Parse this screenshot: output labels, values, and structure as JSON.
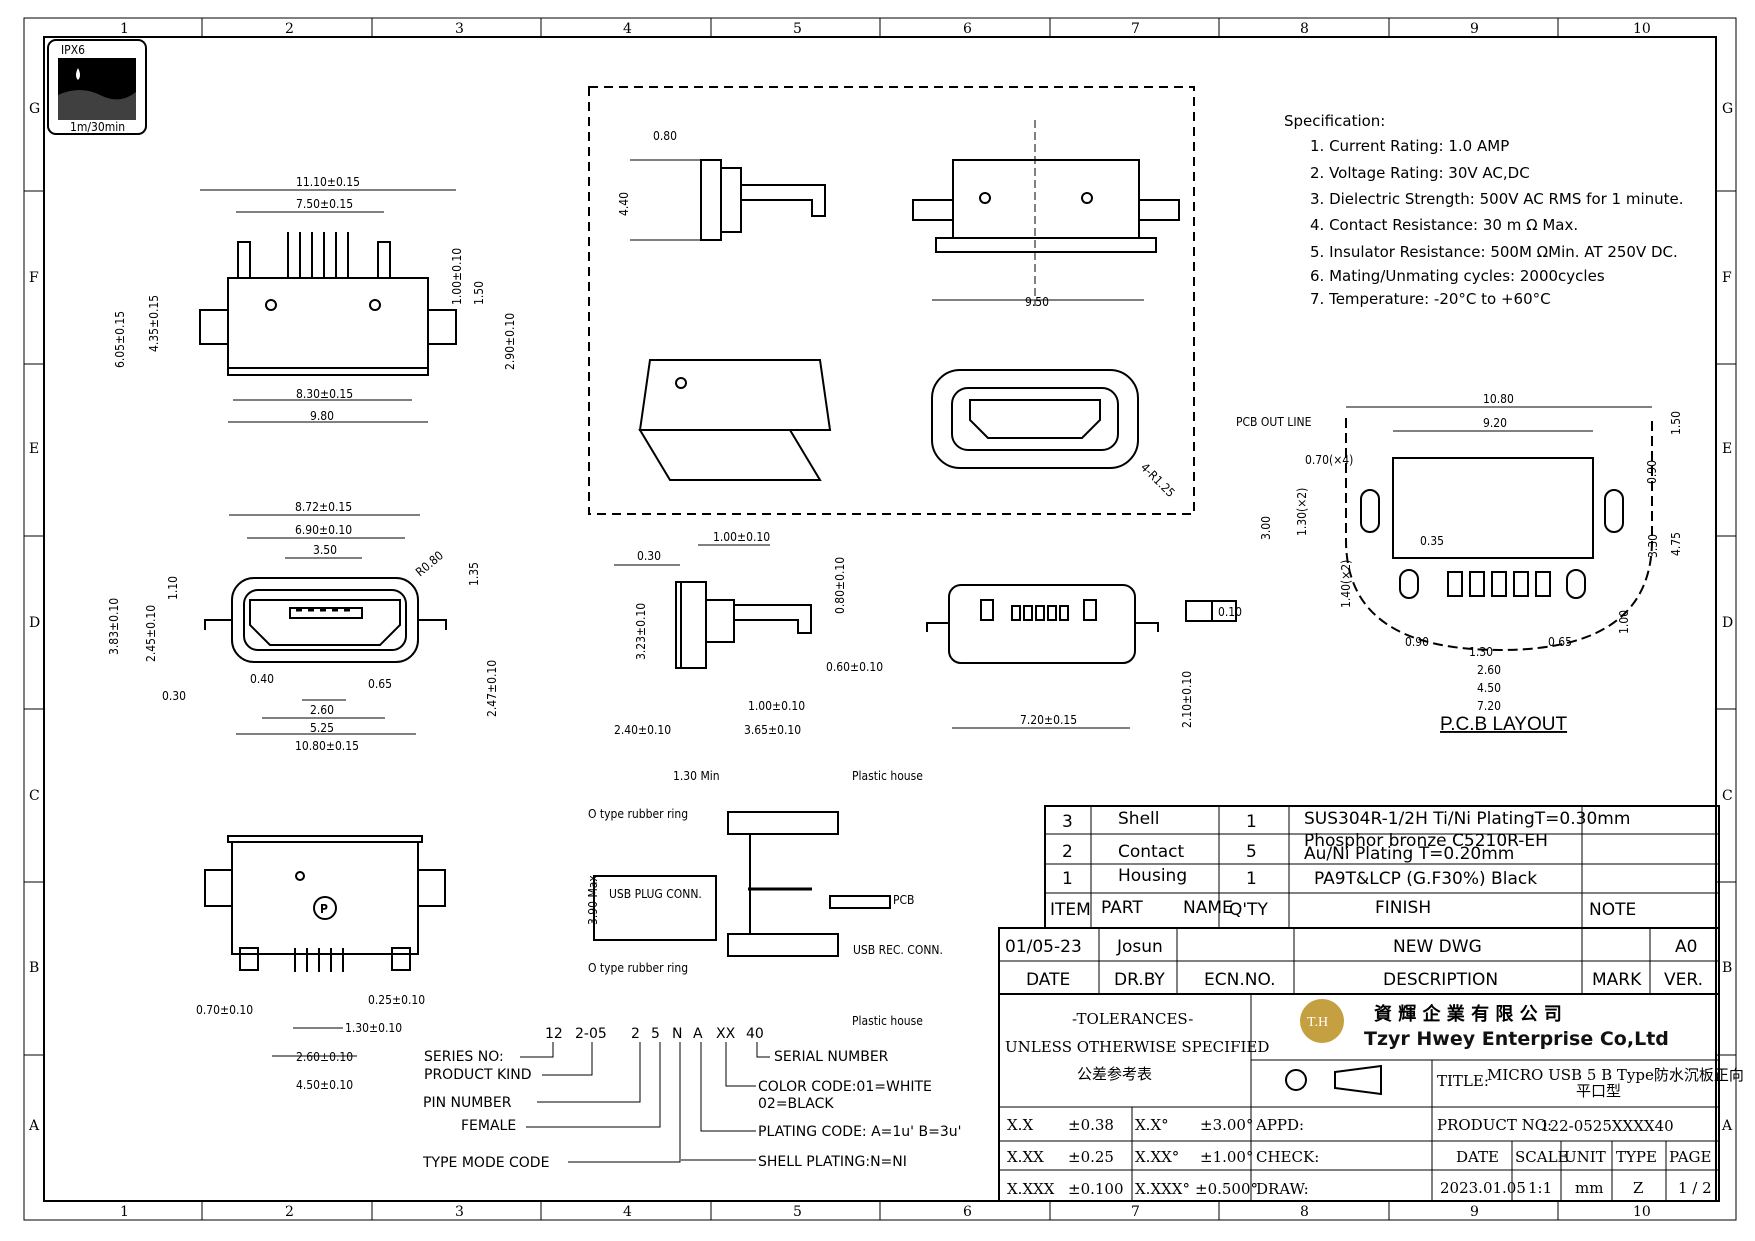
{
  "frame": {
    "col_labels": [
      "1",
      "2",
      "3",
      "4",
      "5",
      "6",
      "7",
      "8",
      "9",
      "10"
    ],
    "row_labels": [
      "G",
      "F",
      "E",
      "D",
      "C",
      "B",
      "A"
    ]
  },
  "ipx": {
    "rating": "IPX6",
    "depth": "1m/30min"
  },
  "specification": {
    "heading": "Specification:",
    "items": [
      "1. Current Rating: 1.0 AMP",
      "2. Voltage Rating: 30V AC,DC",
      "3. Dielectric Strength: 500V AC RMS for 1 minute.",
      "4. Contact Resistance: 30 m Ω Max.",
      "5. Insulator Resistance: 500M ΩMin. AT 250V DC.",
      "6. Mating/Unmating cycles: 2000cycles",
      "7. Temperature: -20°C to +60°C"
    ]
  },
  "dims": {
    "top_left": [
      "11.10±0.15",
      "7.50±0.15",
      "6.05±0.15",
      "4.35±0.15",
      "1.00±0.10",
      "1.50",
      "2.90±0.10",
      "8.30±0.15",
      "9.80"
    ],
    "front": [
      "8.72±0.15",
      "6.90±0.10",
      "3.50",
      "R0.80",
      "1.35",
      "1.10",
      "3.83±0.10",
      "2.45±0.10",
      "0.40",
      "0.65",
      "0.30",
      "2.60",
      "5.25",
      "10.80±0.15",
      "2.47±0.10"
    ],
    "bottom_left": [
      "0.70±0.10",
      "0.25±0.10",
      "1.30±0.10",
      "2.60±0.10",
      "4.50±0.10"
    ],
    "box": [
      "0.80",
      "4.40",
      "9.50",
      "4-R1.25"
    ],
    "side": [
      "0.30",
      "1.00±0.10",
      "0.80±0.10",
      "3.23±0.10",
      "0.60±0.10",
      "1.00±0.10",
      "2.40±0.10",
      "3.65±0.10"
    ],
    "rear": [
      "0.10",
      "7.20±0.15",
      "2.10±0.10"
    ],
    "pcb": [
      "10.80",
      "9.20",
      "1.50",
      "PCB OUT LINE",
      "0.70(×4)",
      "0.90",
      "1.30(×2)",
      "3.00",
      "3.30",
      "4.75",
      "0.35",
      "1.40(×2)",
      "0.90",
      "1.30",
      "0.65",
      "2.60",
      "4.50",
      "7.20",
      "1.00"
    ],
    "pcb_title": "P.C.B LAYOUT"
  },
  "section": {
    "min": "1.30 Min",
    "plastic_house": "Plastic house",
    "rubber_ring": "O type rubber ring",
    "max": "3.90 Max",
    "plug": "USB PLUG CONN.",
    "pcb": "PCB",
    "rec": "USB REC. CONN."
  },
  "part_code": {
    "chars": [
      "12",
      "2-05",
      "2",
      "5",
      "N",
      "A",
      "XX",
      "40"
    ],
    "left_labels": [
      "SERIES NO:",
      "PRODUCT KIND",
      "PIN NUMBER",
      "FEMALE",
      "TYPE MODE CODE"
    ],
    "right_labels": [
      "SERIAL NUMBER",
      "COLOR CODE:01=WHITE",
      "02=BLACK",
      "PLATING CODE: A=1u' B=3u'",
      "SHELL PLATING:N=NI"
    ]
  },
  "bom": {
    "rows": [
      {
        "item": "3",
        "part": "Shell",
        "qty": "1",
        "finish": "SUS304R-1/2H   Ti/Ni   PlatingT=0.30mm"
      },
      {
        "item": "2",
        "part": "Contact",
        "qty": "5",
        "finish": "Phosphor bronze C5210R-EH",
        "finish2": "Au/Ni  Plating  T=0.20mm"
      },
      {
        "item": "1",
        "part": "Housing",
        "qty": "1",
        "finish": "PA9T&LCP (G.F30%) Black"
      }
    ],
    "header": {
      "item": "ITEM",
      "part": "PART",
      "name": "NAME",
      "qty": "Q'TY",
      "finish": "FINISH",
      "note": "NOTE"
    }
  },
  "revision": {
    "date": "01/05-23",
    "drby": "Josun",
    "desc": "NEW DWG",
    "ver": "A0",
    "h_date": "DATE",
    "h_drby": "DR.BY",
    "h_ecn": "ECN.NO.",
    "h_desc": "DESCRIPTION",
    "h_mark": "MARK",
    "h_ver": "VER."
  },
  "title_block": {
    "tol_title": "-TOLERANCES-",
    "tol_sub": "UNLESS OTHERWISE SPECIFIED",
    "tol_cn": "公差参考表",
    "company_cn": "資 輝 企 業 有 限 公 司",
    "company_en": "Tzyr Hwey Enterprise Co,Ltd",
    "logo": "T.H",
    "title_label": "TITLE:",
    "title_value": "MICRO USB 5  B Type防水沉板正向",
    "title_value2": "平口型",
    "tol_rows": [
      {
        "a": "X.X",
        "b": "±0.38",
        "c": "X.X°",
        "d": "±3.00°",
        "e": "APPD:"
      },
      {
        "a": "X.XX",
        "b": "±0.25",
        "c": "X.XX°",
        "d": "±1.00°",
        "e": "CHECK:"
      },
      {
        "a": "X.XXX",
        "b": "±0.100",
        "c": "X.XXX°",
        "d": "±0.500°",
        "e": "DRAW:"
      }
    ],
    "product_no_label": "PRODUCT NO:",
    "product_no": "122-0525XXXX40",
    "h_date": "DATE",
    "h_scale": "SCALE",
    "h_unit": "UNIT",
    "h_type": "TYPE",
    "h_page": "PAGE",
    "date": "2023.01.05",
    "scale": "1:1",
    "unit": "mm",
    "type": "Z",
    "page": "1 / 2"
  }
}
